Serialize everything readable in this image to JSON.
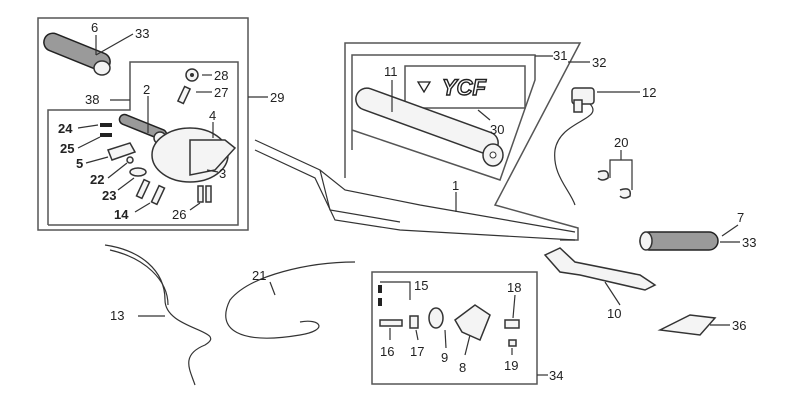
{
  "diagram": {
    "title_logo": "YCF",
    "labels": {
      "p1": "1",
      "p2": "2",
      "p3": "3",
      "p4": "4",
      "p5": "5",
      "p6": "6",
      "p7": "7",
      "p8": "8",
      "p9": "9",
      "p10": "10",
      "p11": "11",
      "p12": "12",
      "p13": "13",
      "p14": "14",
      "p15": "15",
      "p16": "16",
      "p17": "17",
      "p18": "18",
      "p19": "19",
      "p20": "20",
      "p21": "21",
      "p22": "22",
      "p23": "23",
      "p24": "24",
      "p25": "25",
      "p26": "26",
      "p27": "27",
      "p28": "28",
      "p29": "29",
      "p30": "30",
      "p31": "31",
      "p32": "32",
      "p33a": "33",
      "p33b": "33",
      "p34": "34",
      "p36": "36",
      "p38": "38"
    }
  }
}
